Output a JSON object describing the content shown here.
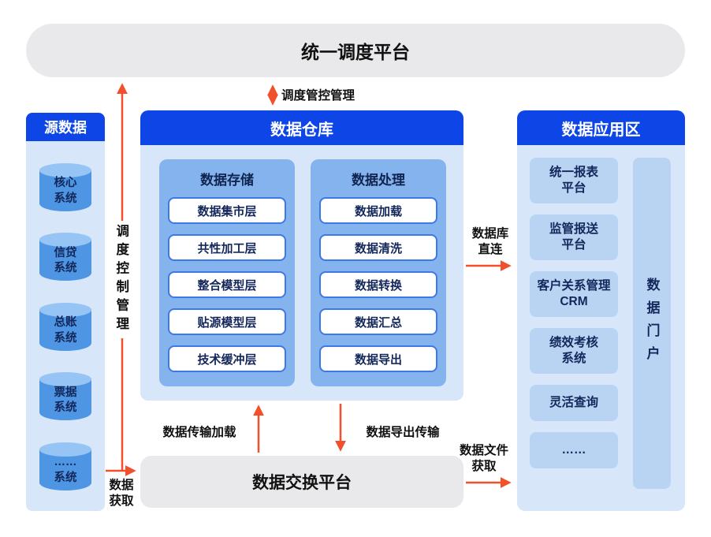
{
  "colors": {
    "accent_blue": "#0D45E6",
    "panel_light_blue": "#D8E6F9",
    "sub_panel_blue": "#85B3ED",
    "item_fill_blue": "#B9D4F3",
    "item_border_blue": "#3D78E8",
    "cylinder_blue": "#4E96E4",
    "dark_navy_text": "#13275A",
    "arrow_orange": "#F1502B",
    "banner_gray": "#E9E9EB"
  },
  "top_banner": {
    "label": "统一调度平台"
  },
  "scheduling_link": {
    "label": "调度管控管理"
  },
  "source": {
    "title": "源数据",
    "systems": [
      {
        "line1": "核心",
        "line2": "系统"
      },
      {
        "line1": "信贷",
        "line2": "系统"
      },
      {
        "line1": "总账",
        "line2": "系统"
      },
      {
        "line1": "票据",
        "line2": "系统"
      },
      {
        "line1": "……",
        "line2": "系统"
      }
    ]
  },
  "warehouse": {
    "title": "数据仓库",
    "storage": {
      "title": "数据存储",
      "items": [
        "数据集市层",
        "共性加工层",
        "整合模型层",
        "贴源模型层",
        "技术缓冲层"
      ]
    },
    "processing": {
      "title": "数据处理",
      "items": [
        "数据加载",
        "数据清洗",
        "数据转换",
        "数据汇总",
        "数据导出"
      ]
    }
  },
  "application": {
    "title": "数据应用区",
    "items": [
      {
        "line1": "统一报表",
        "line2": "平台"
      },
      {
        "line1": "监管报送",
        "line2": "平台"
      },
      {
        "line1": "客户关系管理",
        "line2": "CRM"
      },
      {
        "line1": "绩效考核",
        "line2": "系统"
      },
      {
        "line1": "灵活查询"
      },
      {
        "line1": "……"
      }
    ],
    "portal_label": "数据门户"
  },
  "exchange": {
    "label": "数据交换平台"
  },
  "arrows": {
    "control_label": "调度控制管理",
    "db_direct": {
      "line1": "数据库",
      "line2": "直连"
    },
    "transfer_load": "数据传输加载",
    "export_transfer": "数据导出传输",
    "file_fetch": {
      "line1": "数据文件",
      "line2": "获取"
    },
    "data_fetch": {
      "line1": "数据",
      "line2": "获取"
    }
  }
}
